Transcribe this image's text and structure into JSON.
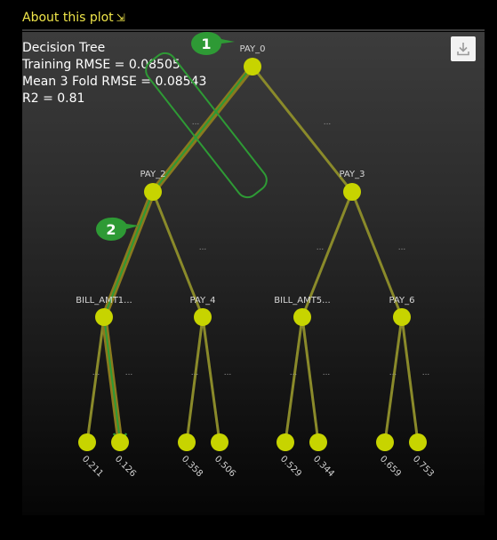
{
  "about_link": {
    "label": "About this plot"
  },
  "info": {
    "title": "Decision Tree",
    "training_rmse": "Training RMSE = 0.08505",
    "cv_rmse": "Mean 3 Fold RMSE = 0.08543",
    "r2": "R2 = 0.81"
  },
  "download_button": {
    "icon": "download-icon"
  },
  "tree": {
    "root": {
      "label": "PAY_0"
    },
    "level1": [
      {
        "label": "PAY_2"
      },
      {
        "label": "PAY_3"
      }
    ],
    "level2": [
      {
        "label": "BILL_AMT1..."
      },
      {
        "label": "PAY_4"
      },
      {
        "label": "BILL_AMT5..."
      },
      {
        "label": "PAY_6"
      }
    ],
    "leaves": [
      "0.211",
      "0.126",
      "0.358",
      "0.506",
      "0.529",
      "0.344",
      "0.659",
      "0.753"
    ],
    "ellipsis": "..."
  },
  "callouts": [
    {
      "number": "1"
    },
    {
      "number": "2"
    }
  ],
  "colors": {
    "accent": "#f0e64a",
    "node": "#c7d400",
    "edge": "#8a8a2a",
    "highlight_path": "#8a7a1e",
    "callout": "#2e9a35"
  }
}
